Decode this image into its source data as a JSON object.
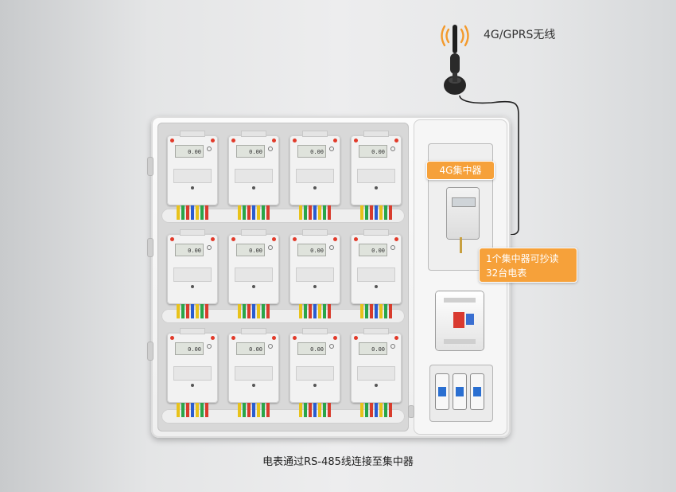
{
  "antenna": {
    "label": "4G/GPRS无线",
    "icon": "antenna-icon"
  },
  "concentrator": {
    "label": "4G集中器"
  },
  "capacity_note": {
    "line1": "1个集中器可抄读",
    "line2": "32台电表"
  },
  "caption": "电表通过RS-485线连接至集中器",
  "meters": {
    "reading": "0.00",
    "rows": 3,
    "columns": 4
  },
  "colors": {
    "callout": "#f6a13a",
    "wire_colors": [
      "#e8c21a",
      "#2aa548",
      "#d83c2c",
      "#2a5cd1"
    ]
  }
}
